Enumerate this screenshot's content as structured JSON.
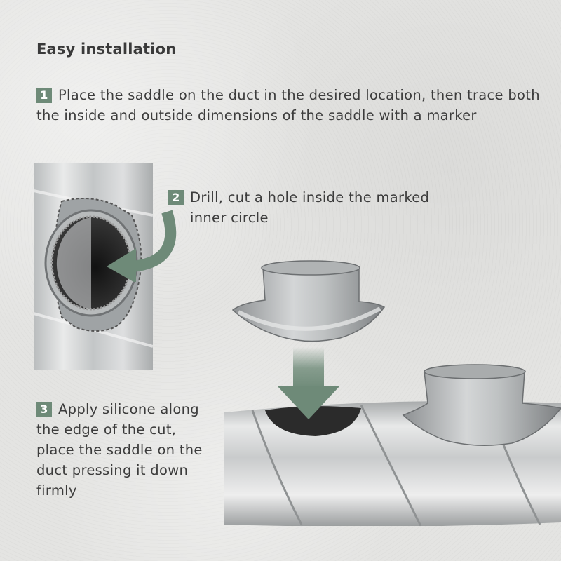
{
  "title": "Easy installation",
  "steps": [
    {
      "number": "1",
      "text": "Place the saddle on the duct in the desired location, then trace both the inside and outside dimensions of the saddle with a marker"
    },
    {
      "number": "2",
      "line1": "Drill, cut a hole inside the marked",
      "line2": "inner circle"
    },
    {
      "number": "3",
      "text": "Apply silicone along the edge of the cut, place the saddle on the duct pressing it down firmly"
    }
  ],
  "colors": {
    "accent": "#6e8a78",
    "text": "#3c3c3c",
    "background": "#e4e4e2"
  },
  "icons": [
    "curved-arrow-icon",
    "down-arrow-icon"
  ]
}
